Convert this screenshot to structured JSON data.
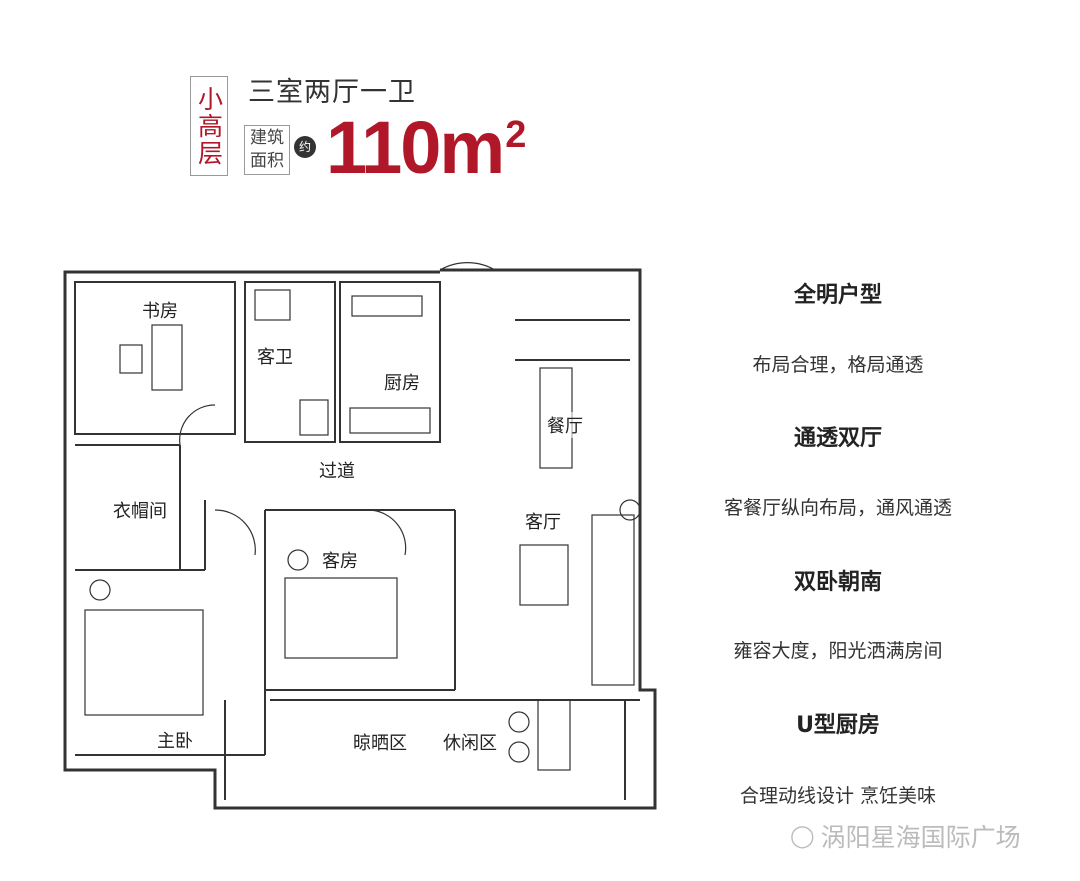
{
  "header": {
    "building_type": "小高层",
    "layout": "三室两厅一卫",
    "area_label": "建筑面积",
    "approx": "约",
    "area_value": "110m",
    "area_unit_sup": "2"
  },
  "rooms": {
    "study": "书房",
    "guest_bath": "客卫",
    "kitchen": "厨房",
    "dining": "餐厅",
    "corridor": "过道",
    "closet": "衣帽间",
    "living": "客厅",
    "guest_room": "客房",
    "master": "主卧",
    "drying": "晾晒区",
    "leisure": "休闲区"
  },
  "features": [
    {
      "title": "全明户型",
      "desc": "布局合理，格局通透"
    },
    {
      "title": "通透双厅",
      "desc": "客餐厅纵向布局，通风通透"
    },
    {
      "title": "双卧朝南",
      "desc": "雍容大度，阳光洒满房间"
    },
    {
      "title": "U型厨房",
      "desc": "合理动线设计 烹饪美味"
    }
  ],
  "watermark": "涡阳星海国际广场",
  "colors": {
    "accent": "#b0182a"
  }
}
